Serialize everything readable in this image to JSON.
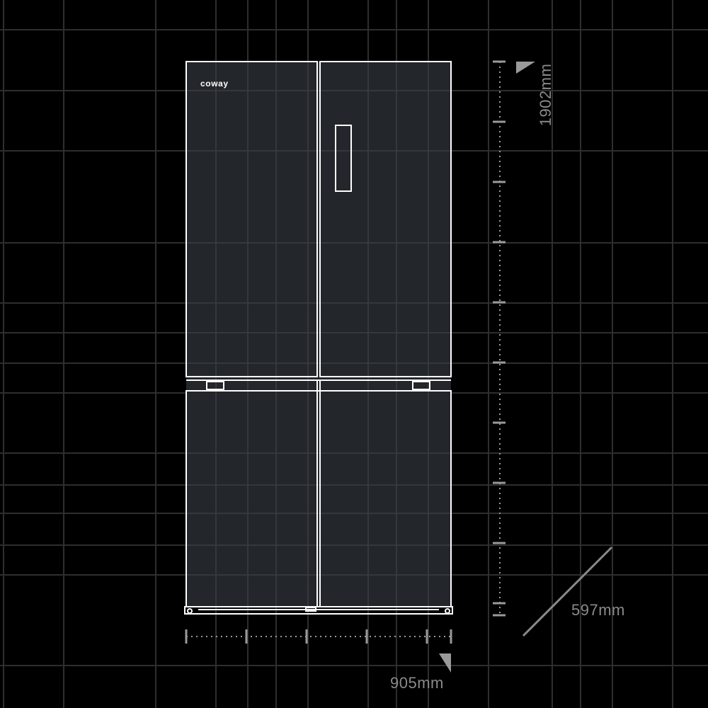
{
  "brand": "coway",
  "dimensions": {
    "height": "1902mm",
    "width": "905mm",
    "depth": "597mm"
  },
  "colors": {
    "background": "#000000",
    "grid": "#2e2e2e",
    "body": "#23262a",
    "outline": "#ffffff",
    "dimension": "#8a8a8a"
  }
}
